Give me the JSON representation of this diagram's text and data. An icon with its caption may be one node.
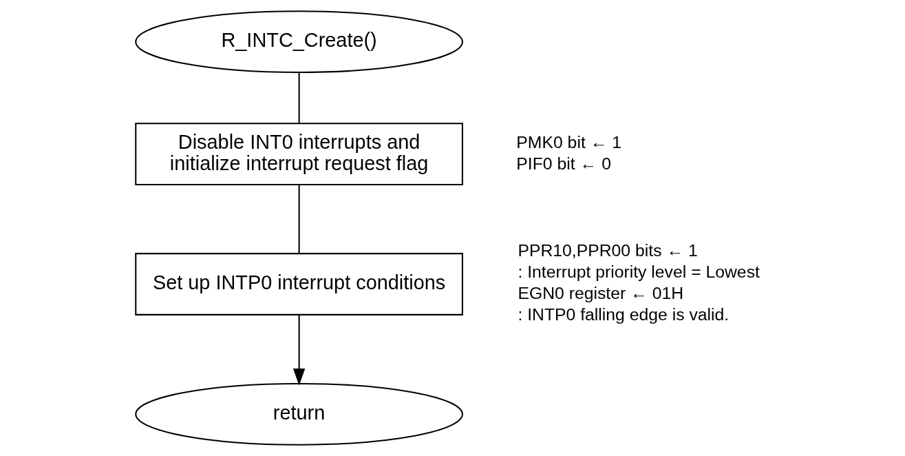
{
  "diagram": {
    "nodes": [
      {
        "text": [
          "R_INTC_Create()"
        ]
      },
      {
        "text": [
          "Disable INT0 interrupts and initialize interrupt request flag"
        ],
        "beside": [
          "PMK0 bit ← 1",
          "PIF0 bit ← 0"
        ]
      },
      {
        "text": [
          "Set up INTP0 interrupt conditions"
        ],
        "beside": [
          "PPR10,PPR00 bits ← 1",
          ": Interrupt priority level = Lowest",
          "EGN0 register ← 01H",
          ": INTP0 falling edge is valid."
        ]
      },
      {
        "text": [
          "return"
        ]
      }
    ],
    "edges": [
      {
        "from": 0,
        "to": 1,
        "arrow": "none"
      },
      {
        "from": 1,
        "to": 2,
        "arrow": "none"
      },
      {
        "from": 2,
        "to": 3,
        "arrow": "to"
      }
    ]
  }
}
